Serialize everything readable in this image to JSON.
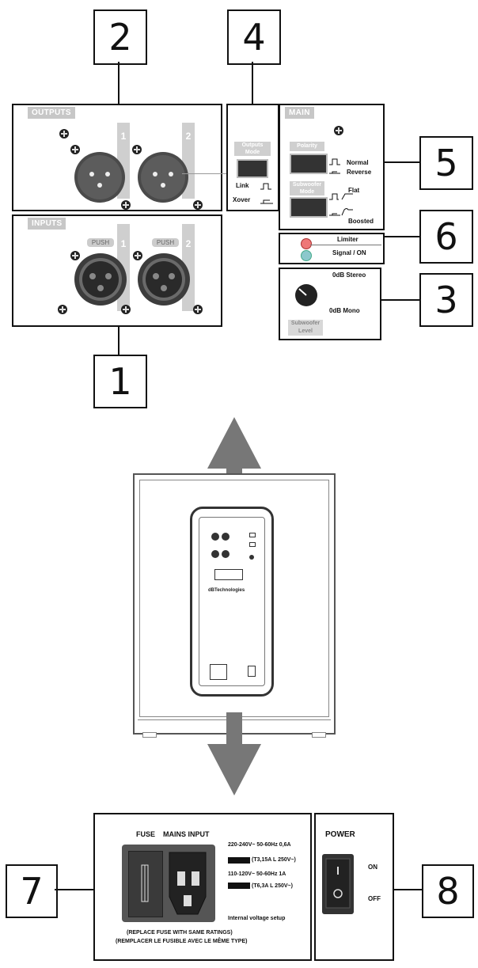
{
  "callouts": [
    "1",
    "2",
    "3",
    "4",
    "5",
    "6",
    "7",
    "8"
  ],
  "outputs": {
    "header": "OUTPUTS",
    "ch1": "1",
    "ch2": "2"
  },
  "inputs": {
    "header": "INPUTS",
    "ch1": "1",
    "ch2": "2",
    "push1": "PUSH",
    "push2": "PUSH"
  },
  "outputs_mode": {
    "title": "Outputs Mode",
    "link": "Link",
    "xover": "Xover"
  },
  "main": {
    "header": "MAIN",
    "polarity": "Polarity",
    "normal": "Normal",
    "reverse": "Reverse",
    "sub_mode": "Subwoofer Mode",
    "flat": "Flat",
    "boosted": "Boosted"
  },
  "leds": {
    "limiter": "Limiter",
    "signal": "Signal / ON"
  },
  "level": {
    "stereo": "0dB Stereo",
    "mono": "0dB Mono",
    "label": "Subwoofer Level"
  },
  "speaker": {
    "brand": "dBTechnologies"
  },
  "mains": {
    "fuse": "FUSE",
    "mains_input": "MAINS INPUT",
    "v220": "220-240V~ 50-60Hz 0,6A",
    "v220_fuse": "(T3,15A L 250V~)",
    "v110": "110-120V~ 50-60Hz 1A",
    "v110_fuse": "(T6,3A L 250V~)",
    "internal": "Internal voltage setup",
    "replace_en": "(REPLACE FUSE WITH SAME RATINGS)",
    "replace_fr": "(REMPLACER LE FUSIBLE AVEC LE MÊME TYPE)"
  },
  "power": {
    "title": "POWER",
    "on": "ON",
    "off": "OFF"
  }
}
